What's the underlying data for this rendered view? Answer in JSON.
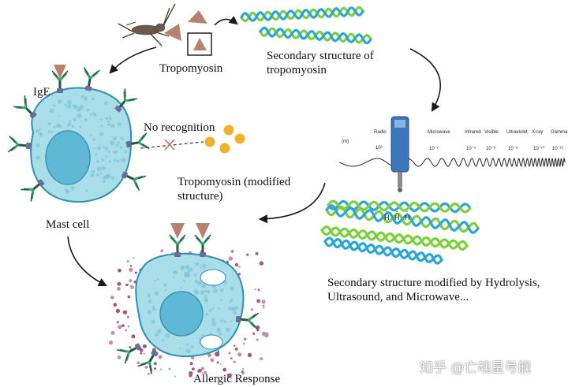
{
  "labels": {
    "tropomyosin": "Tropomyosin",
    "secondary_structure": "Secondary structure of tropomyosin",
    "ige": "IgE",
    "no_recognition": "No recognition",
    "tropomyosin_modified": "Tropomyosin (modified structure)",
    "mast_cell": "Mast cell",
    "secondary_modified": "Secondary structure modified by Hydrolysis, Ultrasound, and Microwave...",
    "allergic_response": "Allergic Response"
  },
  "spectrum": {
    "unit": "(m)",
    "bands": [
      "Radio",
      "Microwave",
      "Infrared",
      "Visible",
      "Ultraviolet",
      "X-ray",
      "Gamma"
    ],
    "values": [
      "10³",
      "10⁻²",
      "10⁻⁵",
      "10⁻⁶",
      "10⁻⁸",
      "10⁻¹⁰",
      "10⁻¹²"
    ]
  },
  "hbond": "H",
  "watermark": "知乎 @亡魂星号舰",
  "colors": {
    "cell_fill": "#a9dde8",
    "cell_stroke": "#2f8fb0",
    "nucleus": "#5fb8d6",
    "antibody_green": "#3aa46b",
    "antibody_dark": "#1f5a40",
    "receptor": "#6e6a9f",
    "allergen": "#b7826c",
    "modified_dots": "#f3b02c",
    "helix_green": "#7ccf3a",
    "helix_blue": "#2aa6d6",
    "arrow": "#1a1a1a",
    "cross": "#d46a5b"
  }
}
